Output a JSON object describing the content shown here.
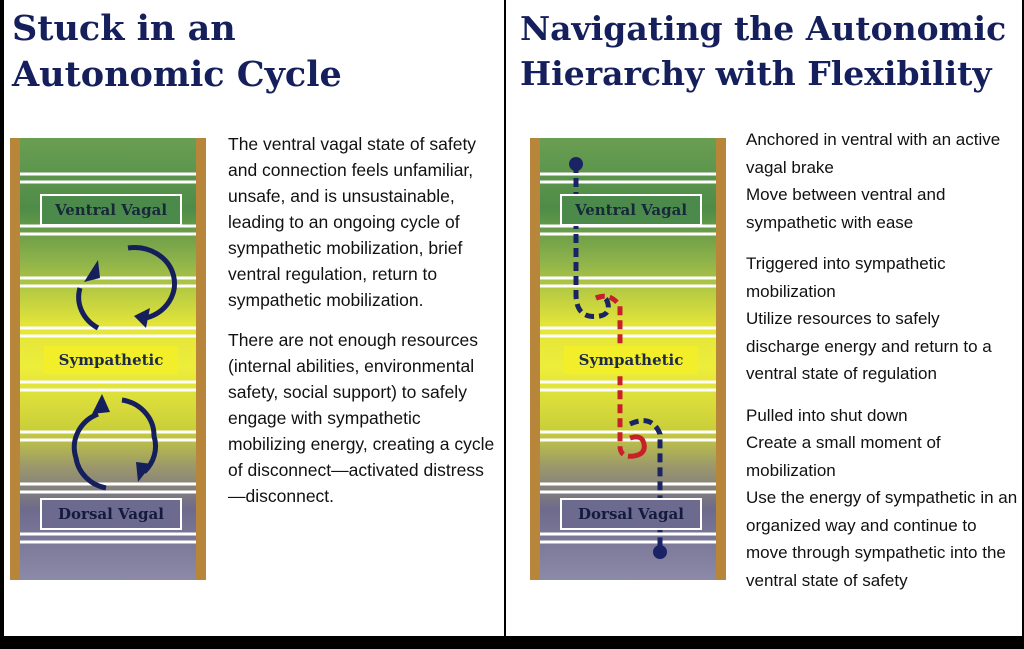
{
  "left": {
    "title_line1": "Stuck in an",
    "title_line2": "Autonomic Cycle",
    "labels": {
      "ventral": "Ventral Vagal",
      "sympathetic": "Sympathetic",
      "dorsal": "Dorsal Vagal"
    },
    "paragraph1": "The ventral vagal state of safety and connection feels unfamiliar, unsafe, and is unsustainable, leading to an ongoing cycle of sympathetic mobilization, brief ventral regulation, return to sympathetic mobilization.",
    "paragraph2": "There are not enough resources (internal abilities, environmental safety, social support) to safely engage with sympathetic mobilizing energy, creating a cycle of disconnect—activated distress—disconnect."
  },
  "right": {
    "title_line1": "Navigating the Autonomic",
    "title_line2": "Hierarchy with Flexibility",
    "labels": {
      "ventral": "Ventral Vagal",
      "sympathetic": "Sympathetic",
      "dorsal": "Dorsal Vagal"
    },
    "group1": [
      "Anchored in ventral with an active vagal brake",
      "Move between ventral and sympathetic with ease"
    ],
    "group2": [
      "Triggered into sympathetic mobilization",
      "Utilize resources to safely discharge energy and return to a ventral state of regulation"
    ],
    "group3": [
      "Pulled into shut down",
      "Create a small moment of mobilization",
      "Use the energy of sympathetic in an organized way and continue to move through sympathetic into the ventral state of safety"
    ]
  },
  "colors": {
    "title": "#141f5c",
    "rail": "#b8863a",
    "arrow": "#141f5c",
    "path_navy": "#1a2364",
    "path_red": "#c8202a"
  }
}
